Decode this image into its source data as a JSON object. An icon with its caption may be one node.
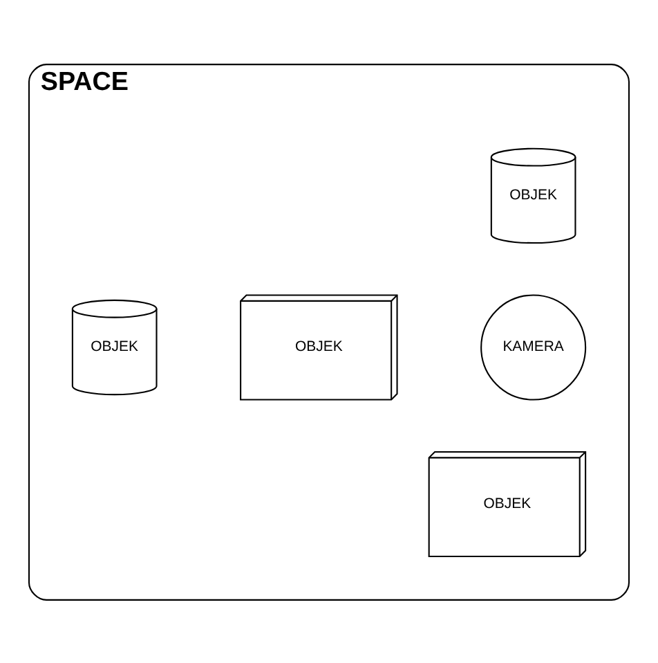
{
  "diagram": {
    "nodes": [
      {
        "text": [
          "SPACE"
        ]
      },
      {
        "text": [
          "OBJEK"
        ],
        "in": 0
      },
      {
        "text": [
          "OBJEK"
        ],
        "in": 0
      },
      {
        "text": [
          "KAMERA"
        ],
        "in": 0
      },
      {
        "text": [
          "OBJEK"
        ],
        "in": 0
      },
      {
        "text": [
          "OBJEK"
        ],
        "in": 0
      }
    ]
  }
}
